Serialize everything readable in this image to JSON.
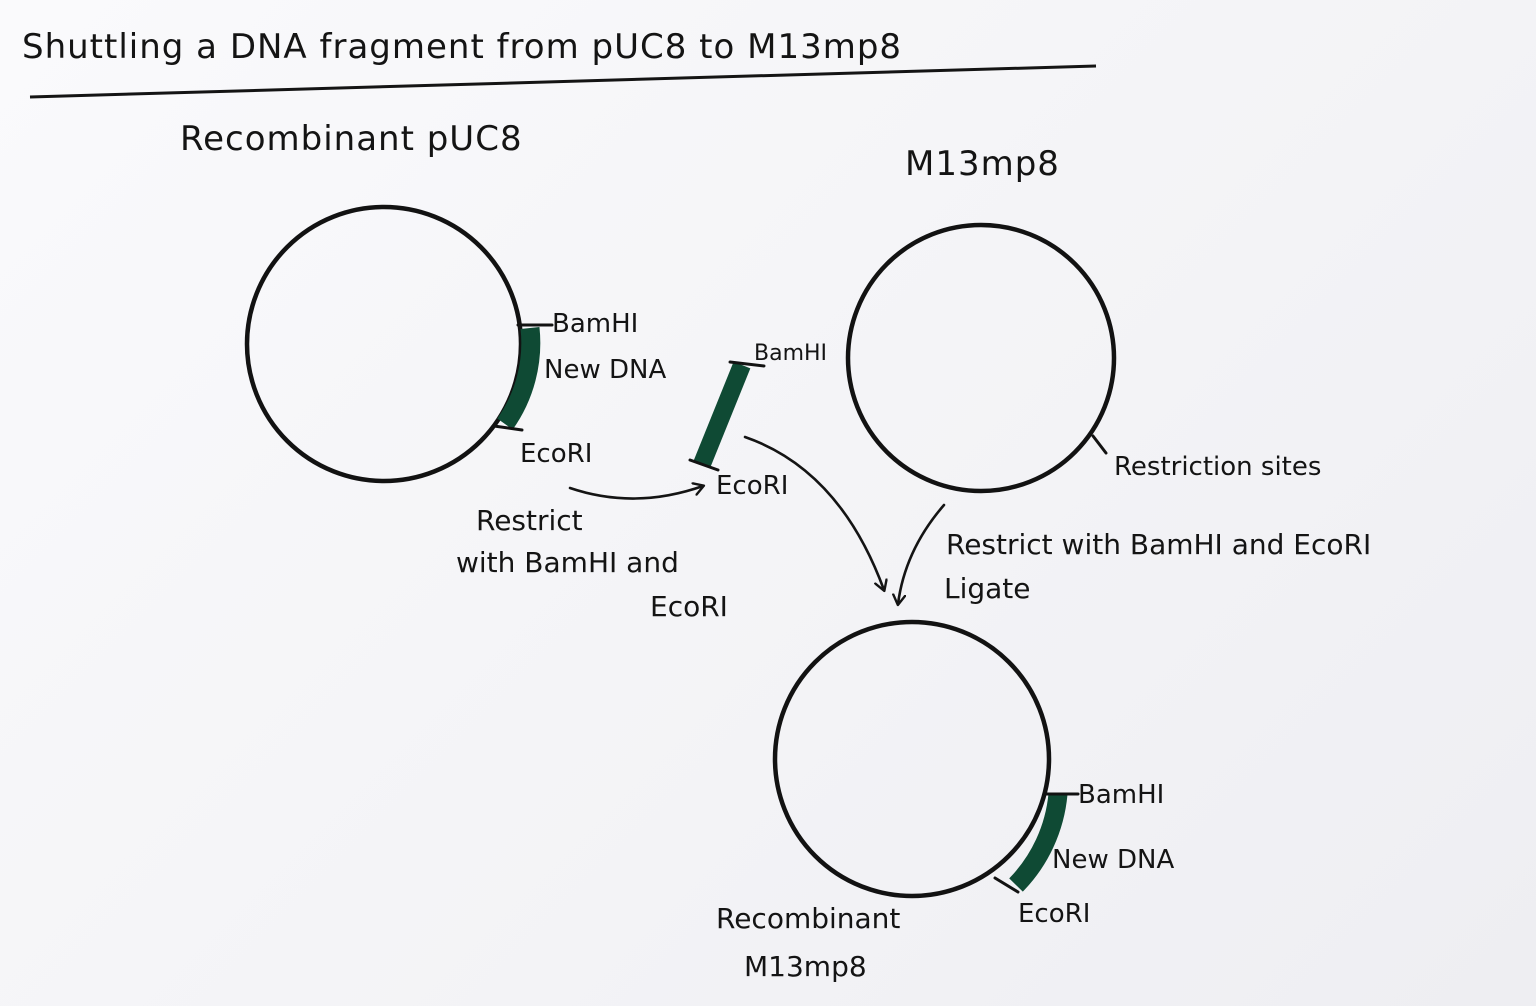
{
  "title": "Shuttling a DNA fragment from pUC8 to M13mp8",
  "recombinant_puc8": {
    "heading": "Recombinant pUC8",
    "bamhi": "BamHI",
    "new_dna": "New DNA",
    "ecori": "EcoRI"
  },
  "m13mp8": {
    "heading": "M13mp8",
    "restriction_sites": "Restriction sites"
  },
  "fragment": {
    "bamhi": "BamHI",
    "ecori": "EcoRI"
  },
  "step_restrict_puc8": {
    "line1": "Restrict",
    "line2": "with BamHI and",
    "line3": "EcoRI"
  },
  "step_restrict_m13": {
    "line1": "Restrict with BamHI and EcoRI",
    "line2": "Ligate"
  },
  "recombinant_m13mp8": {
    "bamhi": "BamHI",
    "new_dna": "New DNA",
    "ecori": "EcoRI",
    "heading_line1": "Recombinant",
    "heading_line2": "M13mp8"
  },
  "colors": {
    "ink": "#141414",
    "insert_dna": "#0f4a34"
  }
}
